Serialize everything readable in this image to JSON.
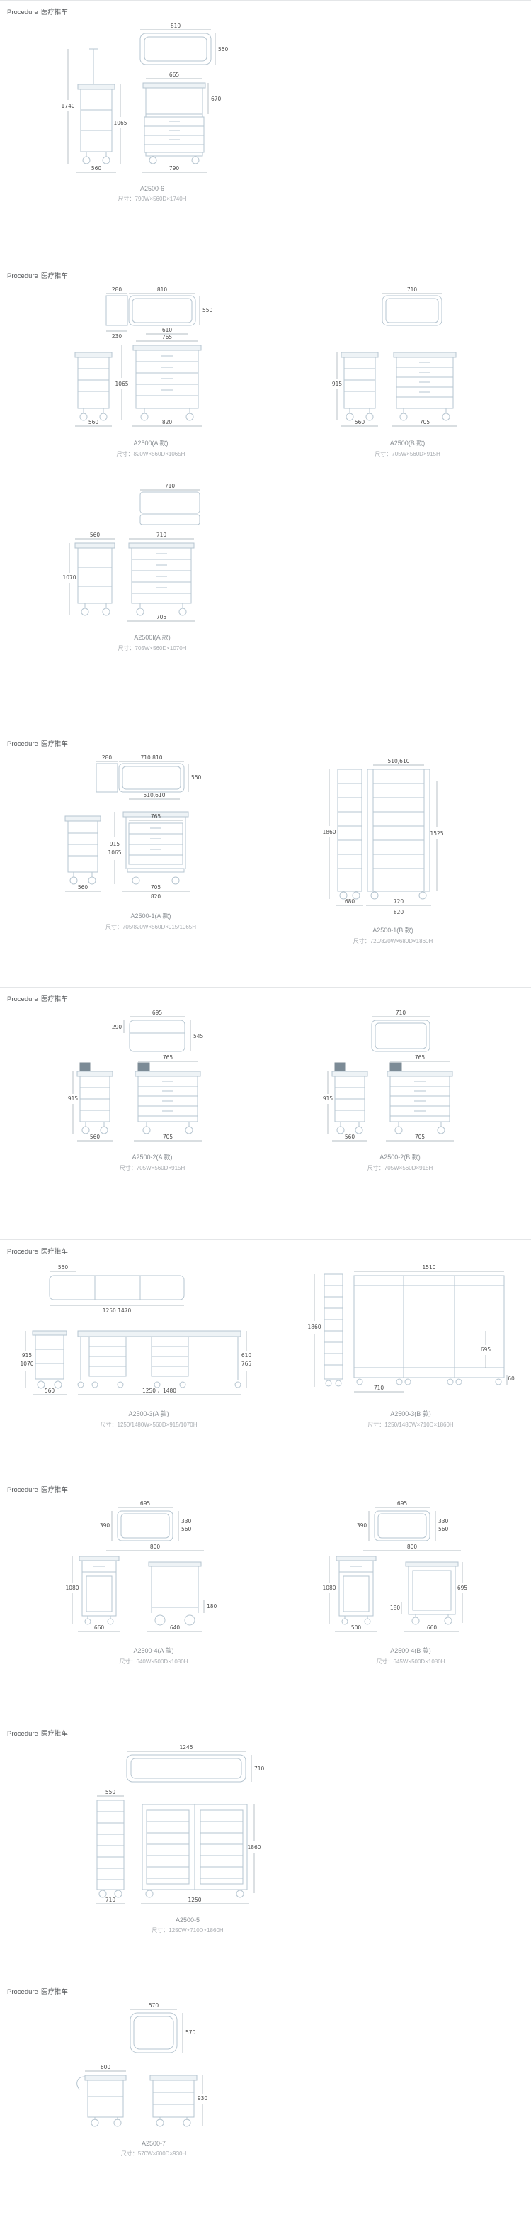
{
  "sections": [
    {
      "header": {
        "en": "Procedure",
        "zh": "医疗推车"
      },
      "figures": [
        {
          "model": "A2500-6",
          "size": "尺寸：790W×560D×1740H",
          "dims": {
            "top_w": "810",
            "top_d": "550",
            "upper_w": "665",
            "upper_h": "670",
            "total_h": "1740",
            "body_h": "1065",
            "depth": "560",
            "width": "790"
          }
        }
      ]
    },
    {
      "header": {
        "en": "Procedure",
        "zh": "医疗推车"
      },
      "figures": [
        {
          "model": "A2500(A 款)",
          "size": "尺寸：820W×560D×1065H",
          "dims": {
            "shelf_w": "280",
            "top_w": "810",
            "top_d": "550",
            "shelf_gap": "230",
            "inner_w": "610",
            "drawer_w": "765",
            "height": "1065",
            "depth": "560",
            "width": "820"
          }
        },
        {
          "model": "A2500(B 款)",
          "size": "尺寸：705W×560D×915H",
          "dims": {
            "top_w": "710",
            "height": "915",
            "depth": "560",
            "width": "705"
          }
        },
        {
          "model": "A2500I(A 款)",
          "size": "尺寸：705W×560D×1070H",
          "dims": {
            "top_w": "710",
            "depth": "560",
            "upper_w": "710",
            "height": "1070",
            "width": "705"
          }
        }
      ]
    },
    {
      "header": {
        "en": "Procedure",
        "zh": "医疗推车"
      },
      "figures": [
        {
          "model": "A2500-1(A 款)",
          "size": "尺寸：705/820W×560D×915/1065H",
          "dims": {
            "shelf_w": "280",
            "top_w": "710 810",
            "top_d": "550",
            "rail_w": "510,610",
            "h1": "915",
            "h2": "1065",
            "drawer_w": "765",
            "depth": "560",
            "w1": "705",
            "w2": "820"
          }
        },
        {
          "model": "A2500-1(B 款)",
          "size": "尺寸：720/820W×680D×1860H",
          "dims": {
            "rail_w": "510,610",
            "inner_h": "1525",
            "height": "1860",
            "depth": "680",
            "w1": "720",
            "w2": "820"
          }
        }
      ]
    },
    {
      "header": {
        "en": "Procedure",
        "zh": "医疗推车"
      },
      "figures": [
        {
          "model": "A2500-2(A 款)",
          "size": "尺寸：705W×560D×915H",
          "dims": {
            "top_w": "695",
            "lid_d": "290",
            "open_d": "545",
            "drawer_w": "765",
            "height": "915",
            "depth": "560",
            "width": "705"
          }
        },
        {
          "model": "A2500-2(B 款)",
          "size": "尺寸：705W×560D×915H",
          "dims": {
            "top_w": "710",
            "drawer_w": "765",
            "height": "915",
            "depth": "560",
            "width": "705"
          }
        }
      ]
    },
    {
      "header": {
        "en": "Procedure",
        "zh": "医疗推车"
      },
      "figures": [
        {
          "model": "A2500-3(A 款)",
          "size": "尺寸：1250/1480W×560D×915/1070H",
          "dims": {
            "top_d": "550",
            "top_w": "1250 1470",
            "h1": "915",
            "h2": "1070",
            "bench_h1": "610",
            "bench_h2": "765",
            "depth": "560",
            "width": "1250 、1480"
          }
        },
        {
          "model": "A2500-3(B 款)",
          "size": "尺寸：1250/1480W×710D×1860H",
          "dims": {
            "height": "1860",
            "frame_w": "1510",
            "leg_h": "695",
            "caster_h": "60",
            "depth": "710"
          }
        }
      ]
    },
    {
      "header": {
        "en": "Procedure",
        "zh": "医疗推车"
      },
      "figures": [
        {
          "model": "A2500-4(A 款)",
          "size": "尺寸：640W×500D×1080H",
          "dims": {
            "top_w": "695",
            "top_d1": "390",
            "top_d2": "330",
            "top_d3": "560",
            "span_w": "800",
            "height": "1080",
            "gap_h": "180",
            "w1": "660",
            "w2": "640"
          }
        },
        {
          "model": "A2500-4(B 款)",
          "size": "尺寸：645W×500D×1080H",
          "dims": {
            "top_w": "695",
            "top_d1": "390",
            "top_d2": "330",
            "top_d3": "560",
            "span_w": "800",
            "right_h": "695",
            "height": "1080",
            "gap_h": "180",
            "d": "500",
            "w": "660"
          }
        }
      ]
    },
    {
      "header": {
        "en": "Procedure",
        "zh": "医疗推车"
      },
      "figures": [
        {
          "model": "A2500-5",
          "size": "尺寸：1250W×710D×1860H",
          "dims": {
            "top_w": "1245",
            "top_d": "710",
            "upper_w": "550",
            "height": "1860",
            "depth": "710",
            "width": "1250"
          }
        }
      ]
    },
    {
      "header": {
        "en": "Procedure",
        "zh": "医疗推车"
      },
      "figures": [
        {
          "model": "A2500-7",
          "size": "尺寸：570W×600D×930H",
          "dims": {
            "top_w": "570",
            "top_d": "570",
            "depth": "600",
            "height": "930"
          }
        }
      ]
    }
  ]
}
